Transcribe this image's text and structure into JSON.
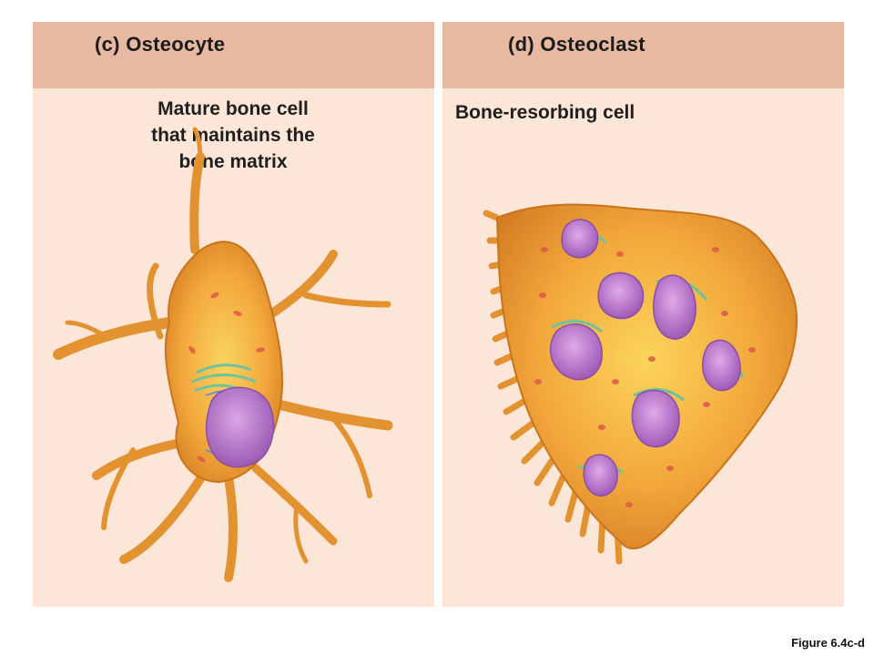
{
  "panels": [
    {
      "title": "(c) Osteocyte",
      "description_lines": [
        "Mature bone cell",
        "that maintains the",
        "bone matrix"
      ]
    },
    {
      "title": "(d) Osteoclast",
      "description_lines": [
        "Bone-resorbing cell"
      ]
    }
  ],
  "figure_label": "Figure 6.4c-d",
  "colors": {
    "panel_background": "#fce6d8",
    "panel_header": "#e7b9a2",
    "cell_body": "#f2a43a",
    "cell_outline": "#c7741c",
    "nucleus": "#b57acb",
    "organelle": "#7fc7a6",
    "mitochondria": "#e0584a"
  }
}
